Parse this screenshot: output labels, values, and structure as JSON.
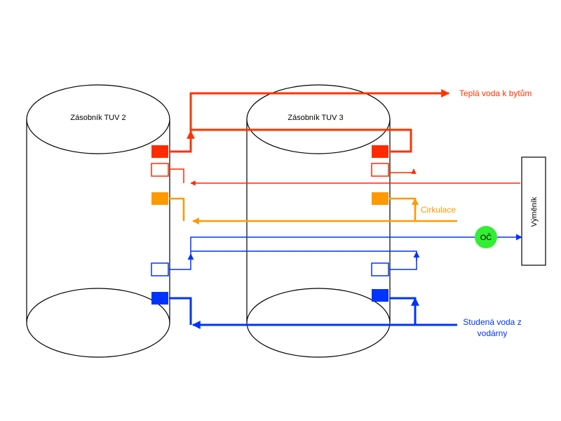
{
  "tanks": [
    {
      "title": "Zásobník TUV 2"
    },
    {
      "title": "Zásobník TUV 3"
    }
  ],
  "labels": {
    "hot_water": "Teplá voda k bytům",
    "circulation": "Cirkulace",
    "cold_water_line1": "Studená voda z",
    "cold_water_line2": "vodárny",
    "pump": "OČ",
    "exchanger": "Výměník"
  },
  "colors": {
    "hot": "#ff3300",
    "hot_return": "#ff2a00",
    "circulation": "#ff9900",
    "cold": "#0033ff",
    "pump_fill": "#33ee33"
  }
}
